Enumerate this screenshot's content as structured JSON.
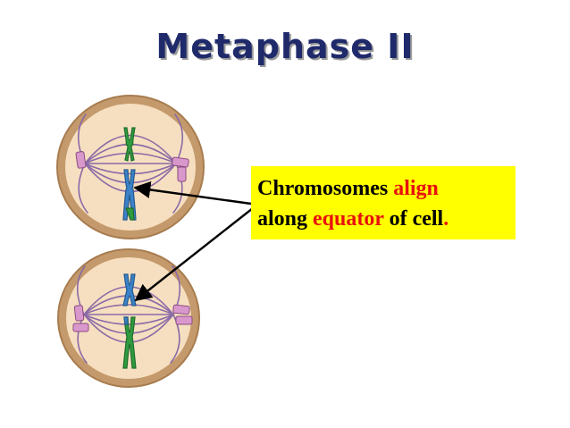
{
  "title": "Metaphase II",
  "caption": {
    "part1": "Chromosomes ",
    "highlight1": "align",
    "part2": "along ",
    "highlight2": "equator",
    "part3": " of cell",
    "period": "."
  },
  "colors": {
    "title": "#1f2a6b",
    "highlight": "#e8120c",
    "label_background": "#ffff00",
    "cell_fill": "#f6dfc0",
    "cell_outline": "#b48a5c",
    "spindle": "#8a6aa6",
    "chromosome_green": "#2f9a3f",
    "chromosome_blue": "#3b82c8",
    "centriole": "#d998cc"
  }
}
